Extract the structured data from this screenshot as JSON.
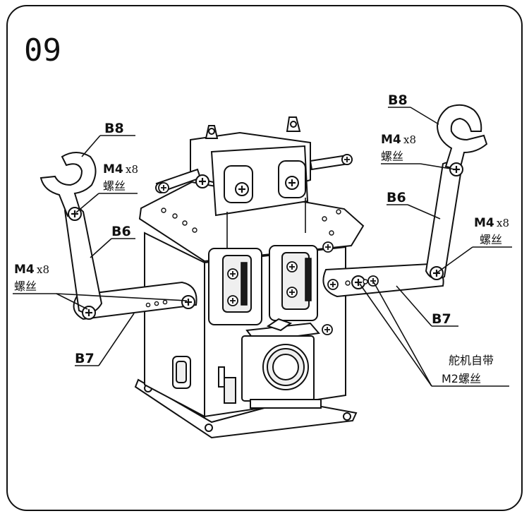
{
  "step_number": "09",
  "labels": {
    "left_b8": "B8",
    "left_b6": "B6",
    "left_b7": "B7",
    "left_m4_top": "M4",
    "left_m4_top_x": "x8",
    "left_m4_top_screw": "螺丝",
    "left_m4_bottom": "M4",
    "left_m4_bottom_x": "x8",
    "left_m4_bottom_screw": "螺丝",
    "right_b8": "B8",
    "right_b6": "B6",
    "right_b7": "B7",
    "right_m4_top": "M4",
    "right_m4_top_x": "x8",
    "right_m4_top_screw": "螺丝",
    "right_m4_side": "M4",
    "right_m4_side_x": "x8",
    "right_m4_side_screw": "螺丝",
    "servo_note_line1": "舵机自带",
    "servo_note_line2": "M2螺丝"
  },
  "colors": {
    "line": "#111111",
    "background": "#ffffff",
    "fill": "#efefef"
  }
}
